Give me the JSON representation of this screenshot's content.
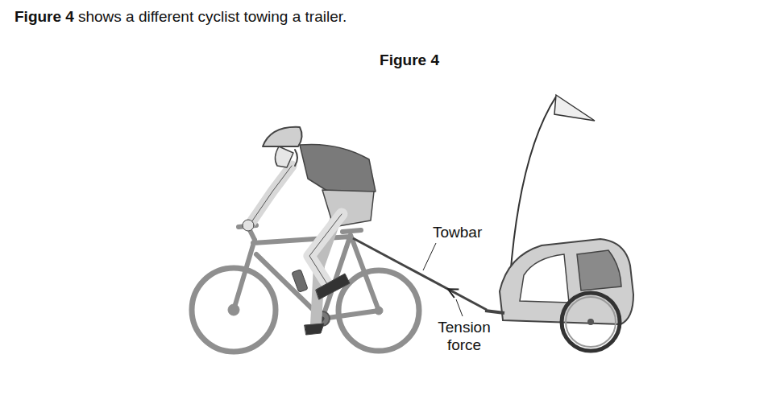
{
  "diagram": {
    "title": "Figure 4",
    "labels": [
      "Figure 4",
      "shows a different cyclist towing a trailer.",
      "Towbar",
      "Tension force"
    ]
  }
}
